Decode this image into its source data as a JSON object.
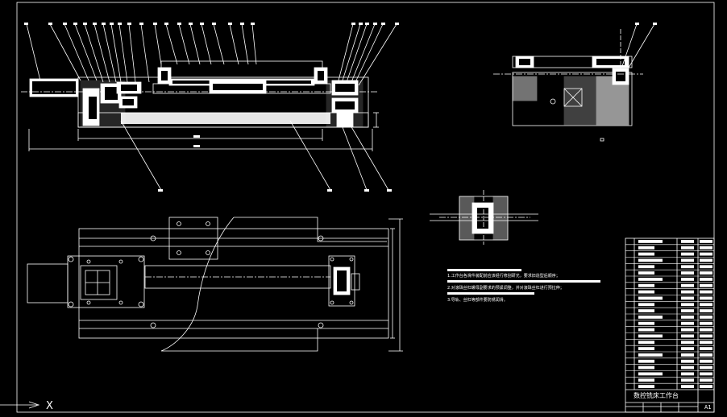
{
  "drawing": {
    "title": "数控铣床工作台",
    "sheet_size": "A1",
    "axis_label": "X",
    "notes": [
      "1.工作台各滑件装配前应该经行修刮研光，要求旧造型后顺序；",
      "2.对滚珠丝杠螺母副要求的预紧调整，并对滚珠丝杠进行预拉伸；",
      "3.导轨、丝杠等部件要防锈润滑。"
    ]
  }
}
